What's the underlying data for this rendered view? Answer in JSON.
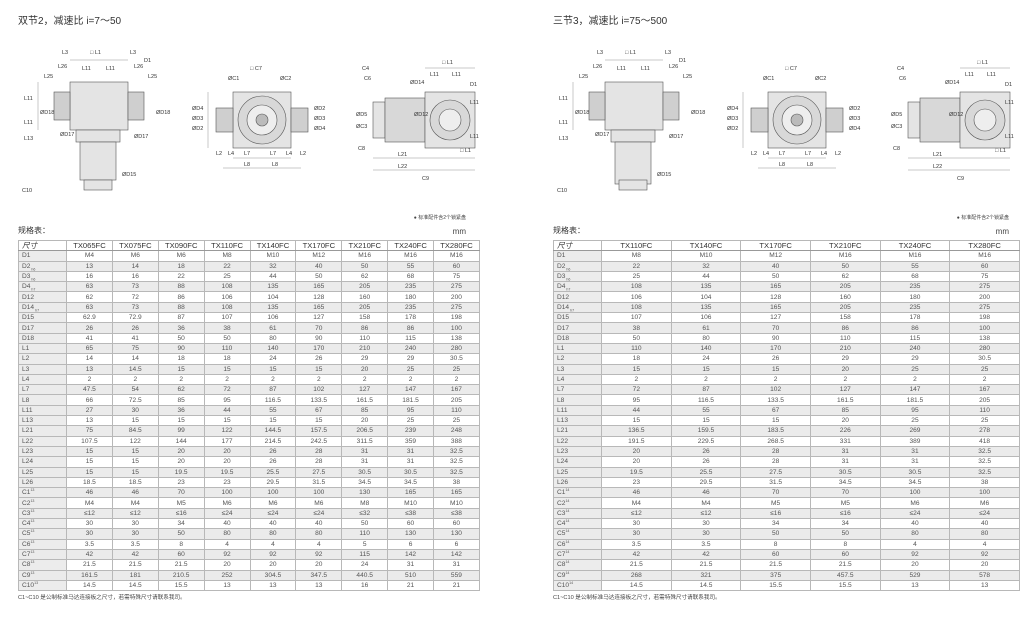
{
  "left": {
    "title": "双节2，减速比 i=7～50",
    "note": "● 标准配件含2个锁紧盘",
    "spec_label": "规格表：",
    "unit": "mm",
    "drawing_labels": [
      "L3",
      "□ L1",
      "L3",
      "D1",
      "L26",
      "L11",
      "L11",
      "L26",
      "L25",
      "L25",
      "L11",
      "L11",
      "ØD18",
      "ØD17",
      "ØD17",
      "ØD18",
      "L13",
      "ØD15",
      "C10",
      "ØC1",
      "□ C7",
      "ØC2",
      "ØD4",
      "ØD3",
      "ØD2",
      "ØD2",
      "ØD3",
      "ØD4",
      "L2",
      "L4",
      "L4",
      "L2",
      "L7",
      "L7",
      "L8",
      "L8",
      "C4",
      "C6",
      "ØD14",
      "□ L1",
      "L11",
      "L11",
      "D1",
      "ØD5",
      "ØC3",
      "ØD12",
      "L11",
      "L11",
      "□ L1",
      "C8",
      "L21",
      "L22",
      "C9"
    ],
    "table": {
      "header": [
        "尺寸",
        "TX065FC",
        "TX075FC",
        "TX090FC",
        "TX110FC",
        "TX140FC",
        "TX170FC",
        "TX210FC",
        "TX240FC",
        "TX280FC"
      ],
      "rows": [
        {
          "label": "D1",
          "sub": "",
          "sup": "",
          "values": [
            "M4",
            "M6",
            "M6",
            "M8",
            "M10",
            "M12",
            "M16",
            "M16",
            "M16"
          ]
        },
        {
          "label": "D2",
          "sub": "h6",
          "sup": "",
          "values": [
            "13",
            "14",
            "18",
            "22",
            "32",
            "40",
            "50",
            "55",
            "60"
          ]
        },
        {
          "label": "D3",
          "sub": "h6",
          "sup": "",
          "values": [
            "16",
            "16",
            "22",
            "25",
            "44",
            "50",
            "62",
            "68",
            "75"
          ]
        },
        {
          "label": "D4",
          "sub": "h7",
          "sup": "",
          "values": [
            "63",
            "73",
            "88",
            "108",
            "135",
            "165",
            "205",
            "235",
            "275"
          ]
        },
        {
          "label": "D12",
          "sub": "",
          "sup": "",
          "values": [
            "62",
            "72",
            "86",
            "106",
            "104",
            "128",
            "160",
            "180",
            "200"
          ]
        },
        {
          "label": "D14",
          "sub": "h7",
          "sup": "",
          "values": [
            "63",
            "73",
            "88",
            "108",
            "135",
            "165",
            "205",
            "235",
            "275"
          ]
        },
        {
          "label": "D15",
          "sub": "",
          "sup": "",
          "values": [
            "62.9",
            "72.9",
            "87",
            "107",
            "106",
            "127",
            "158",
            "178",
            "198"
          ]
        },
        {
          "label": "D17",
          "sub": "",
          "sup": "",
          "values": [
            "26",
            "26",
            "36",
            "38",
            "61",
            "70",
            "86",
            "86",
            "100"
          ]
        },
        {
          "label": "D18",
          "sub": "",
          "sup": "",
          "values": [
            "41",
            "41",
            "50",
            "50",
            "80",
            "90",
            "110",
            "115",
            "138"
          ]
        },
        {
          "label": "L1",
          "sub": "",
          "sup": "",
          "values": [
            "65",
            "75",
            "90",
            "110",
            "140",
            "170",
            "210",
            "240",
            "280"
          ]
        },
        {
          "label": "L2",
          "sub": "",
          "sup": "",
          "values": [
            "14",
            "14",
            "18",
            "18",
            "24",
            "26",
            "29",
            "29",
            "30.5"
          ]
        },
        {
          "label": "L3",
          "sub": "",
          "sup": "",
          "values": [
            "13",
            "14.5",
            "15",
            "15",
            "15",
            "15",
            "20",
            "25",
            "25"
          ]
        },
        {
          "label": "L4",
          "sub": "",
          "sup": "",
          "values": [
            "2",
            "2",
            "2",
            "2",
            "2",
            "2",
            "2",
            "2",
            "2"
          ]
        },
        {
          "label": "L7",
          "sub": "",
          "sup": "",
          "values": [
            "47.5",
            "54",
            "62",
            "72",
            "87",
            "102",
            "127",
            "147",
            "167"
          ]
        },
        {
          "label": "L8",
          "sub": "",
          "sup": "",
          "values": [
            "66",
            "72.5",
            "85",
            "95",
            "116.5",
            "133.5",
            "161.5",
            "181.5",
            "205"
          ]
        },
        {
          "label": "L11",
          "sub": "",
          "sup": "",
          "values": [
            "27",
            "30",
            "36",
            "44",
            "55",
            "67",
            "85",
            "95",
            "110"
          ]
        },
        {
          "label": "L13",
          "sub": "",
          "sup": "",
          "values": [
            "13",
            "15",
            "15",
            "15",
            "15",
            "15",
            "20",
            "25",
            "25"
          ]
        },
        {
          "label": "L21",
          "sub": "",
          "sup": "",
          "values": [
            "75",
            "84.5",
            "99",
            "122",
            "144.5",
            "157.5",
            "206.5",
            "239",
            "248"
          ]
        },
        {
          "label": "L22",
          "sub": "",
          "sup": "",
          "values": [
            "107.5",
            "122",
            "144",
            "177",
            "214.5",
            "242.5",
            "311.5",
            "359",
            "388"
          ]
        },
        {
          "label": "L23",
          "sub": "",
          "sup": "",
          "values": [
            "15",
            "15",
            "20",
            "20",
            "26",
            "28",
            "31",
            "31",
            "32.5"
          ]
        },
        {
          "label": "L24",
          "sub": "",
          "sup": "",
          "values": [
            "15",
            "15",
            "20",
            "20",
            "26",
            "28",
            "31",
            "31",
            "32.5"
          ]
        },
        {
          "label": "L25",
          "sub": "",
          "sup": "",
          "values": [
            "15",
            "15",
            "19.5",
            "19.5",
            "25.5",
            "27.5",
            "30.5",
            "30.5",
            "32.5"
          ]
        },
        {
          "label": "L26",
          "sub": "",
          "sup": "",
          "values": [
            "18.5",
            "18.5",
            "23",
            "23",
            "29.5",
            "31.5",
            "34.5",
            "34.5",
            "38"
          ]
        },
        {
          "label": "C1",
          "sub": "",
          "sup": "13",
          "values": [
            "46",
            "46",
            "70",
            "100",
            "100",
            "100",
            "130",
            "165",
            "165"
          ]
        },
        {
          "label": "C2",
          "sub": "",
          "sup": "13",
          "values": [
            "M4",
            "M4",
            "M5",
            "M6",
            "M6",
            "M6",
            "M8",
            "M10",
            "M10"
          ]
        },
        {
          "label": "C3",
          "sub": "",
          "sup": "13",
          "values": [
            "≤12",
            "≤12",
            "≤16",
            "≤24",
            "≤24",
            "≤24",
            "≤32",
            "≤38",
            "≤38"
          ]
        },
        {
          "label": "C4",
          "sub": "",
          "sup": "13",
          "values": [
            "30",
            "30",
            "34",
            "40",
            "40",
            "40",
            "50",
            "60",
            "60"
          ]
        },
        {
          "label": "C5",
          "sub": "",
          "sup": "13",
          "values": [
            "30",
            "30",
            "50",
            "80",
            "80",
            "80",
            "110",
            "130",
            "130"
          ]
        },
        {
          "label": "C6",
          "sub": "",
          "sup": "13",
          "values": [
            "3.5",
            "3.5",
            "8",
            "4",
            "4",
            "4",
            "5",
            "6",
            "6"
          ]
        },
        {
          "label": "C7",
          "sub": "",
          "sup": "13",
          "values": [
            "42",
            "42",
            "60",
            "92",
            "92",
            "92",
            "115",
            "142",
            "142"
          ]
        },
        {
          "label": "C8",
          "sub": "",
          "sup": "13",
          "values": [
            "21.5",
            "21.5",
            "21.5",
            "20",
            "20",
            "20",
            "24",
            "31",
            "31"
          ]
        },
        {
          "label": "C9",
          "sub": "",
          "sup": "13",
          "values": [
            "161.5",
            "181",
            "210.5",
            "252",
            "304.5",
            "347.5",
            "440.5",
            "510",
            "559"
          ]
        },
        {
          "label": "C10",
          "sub": "",
          "sup": "13",
          "values": [
            "14.5",
            "14.5",
            "15.5",
            "13",
            "13",
            "13",
            "16",
            "21",
            "21"
          ]
        }
      ]
    },
    "footnote": "C1~C10 是公制标准马达连接板之尺寸，若需特殊尺寸请联系我司。"
  },
  "right": {
    "title": "三节3，减速比 i=75～500",
    "note": "● 标准配件含2个锁紧盘",
    "spec_label": "规格表：",
    "unit": "mm",
    "drawing_labels": [
      "L3",
      "□ L1",
      "L3",
      "D1",
      "L26",
      "L11",
      "L11",
      "L26",
      "L25",
      "L25",
      "L11",
      "L11",
      "ØD18",
      "ØD17",
      "ØD17",
      "ØD18",
      "L13",
      "ØD15",
      "C10",
      "ØC1",
      "□ C7",
      "ØC2",
      "ØD4",
      "ØD3",
      "ØD2",
      "ØD2",
      "ØD3",
      "ØD4",
      "L2",
      "L4",
      "L4",
      "L2",
      "L7",
      "L7",
      "L8",
      "L8",
      "C4",
      "C6",
      "ØD14",
      "□ L1",
      "L11",
      "L11",
      "D1",
      "ØD5",
      "ØC3",
      "ØD12",
      "L11",
      "L11",
      "□ L1",
      "C8",
      "L21",
      "L22",
      "C9"
    ],
    "table": {
      "header": [
        "尺寸",
        "TX110FC",
        "TX140FC",
        "TX170FC",
        "TX210FC",
        "TX240FC",
        "TX280FC"
      ],
      "rows": [
        {
          "label": "D1",
          "sub": "",
          "sup": "",
          "values": [
            "M8",
            "M10",
            "M12",
            "M16",
            "M16",
            "M16"
          ]
        },
        {
          "label": "D2",
          "sub": "h6",
          "sup": "",
          "values": [
            "22",
            "32",
            "40",
            "50",
            "55",
            "60"
          ]
        },
        {
          "label": "D3",
          "sub": "h6",
          "sup": "",
          "values": [
            "25",
            "44",
            "50",
            "62",
            "68",
            "75"
          ]
        },
        {
          "label": "D4",
          "sub": "h7",
          "sup": "",
          "values": [
            "108",
            "135",
            "165",
            "205",
            "235",
            "275"
          ]
        },
        {
          "label": "D12",
          "sub": "",
          "sup": "",
          "values": [
            "106",
            "104",
            "128",
            "160",
            "180",
            "200"
          ]
        },
        {
          "label": "D14",
          "sub": "h7",
          "sup": "",
          "values": [
            "108",
            "135",
            "165",
            "205",
            "235",
            "275"
          ]
        },
        {
          "label": "D15",
          "sub": "",
          "sup": "",
          "values": [
            "107",
            "106",
            "127",
            "158",
            "178",
            "198"
          ]
        },
        {
          "label": "D17",
          "sub": "",
          "sup": "",
          "values": [
            "38",
            "61",
            "70",
            "86",
            "86",
            "100"
          ]
        },
        {
          "label": "D18",
          "sub": "",
          "sup": "",
          "values": [
            "50",
            "80",
            "90",
            "110",
            "115",
            "138"
          ]
        },
        {
          "label": "L1",
          "sub": "",
          "sup": "",
          "values": [
            "110",
            "140",
            "170",
            "210",
            "240",
            "280"
          ]
        },
        {
          "label": "L2",
          "sub": "",
          "sup": "",
          "values": [
            "18",
            "24",
            "26",
            "29",
            "29",
            "30.5"
          ]
        },
        {
          "label": "L3",
          "sub": "",
          "sup": "",
          "values": [
            "15",
            "15",
            "15",
            "20",
            "25",
            "25"
          ]
        },
        {
          "label": "L4",
          "sub": "",
          "sup": "",
          "values": [
            "2",
            "2",
            "2",
            "2",
            "2",
            "2"
          ]
        },
        {
          "label": "L7",
          "sub": "",
          "sup": "",
          "values": [
            "72",
            "87",
            "102",
            "127",
            "147",
            "167"
          ]
        },
        {
          "label": "L8",
          "sub": "",
          "sup": "",
          "values": [
            "95",
            "116.5",
            "133.5",
            "161.5",
            "181.5",
            "205"
          ]
        },
        {
          "label": "L11",
          "sub": "",
          "sup": "",
          "values": [
            "44",
            "55",
            "67",
            "85",
            "95",
            "110"
          ]
        },
        {
          "label": "L13",
          "sub": "",
          "sup": "",
          "values": [
            "15",
            "15",
            "15",
            "20",
            "25",
            "25"
          ]
        },
        {
          "label": "L21",
          "sub": "",
          "sup": "",
          "values": [
            "136.5",
            "159.5",
            "183.5",
            "226",
            "269",
            "278"
          ]
        },
        {
          "label": "L22",
          "sub": "",
          "sup": "",
          "values": [
            "191.5",
            "229.5",
            "268.5",
            "331",
            "389",
            "418"
          ]
        },
        {
          "label": "L23",
          "sub": "",
          "sup": "",
          "values": [
            "20",
            "26",
            "28",
            "31",
            "31",
            "32.5"
          ]
        },
        {
          "label": "L24",
          "sub": "",
          "sup": "",
          "values": [
            "20",
            "26",
            "28",
            "31",
            "31",
            "32.5"
          ]
        },
        {
          "label": "L25",
          "sub": "",
          "sup": "",
          "values": [
            "19.5",
            "25.5",
            "27.5",
            "30.5",
            "30.5",
            "32.5"
          ]
        },
        {
          "label": "L26",
          "sub": "",
          "sup": "",
          "values": [
            "23",
            "29.5",
            "31.5",
            "34.5",
            "34.5",
            "38"
          ]
        },
        {
          "label": "C1",
          "sub": "",
          "sup": "14",
          "values": [
            "46",
            "46",
            "70",
            "70",
            "100",
            "100"
          ]
        },
        {
          "label": "C2",
          "sub": "",
          "sup": "14",
          "values": [
            "M4",
            "M4",
            "M5",
            "M5",
            "M6",
            "M6"
          ]
        },
        {
          "label": "C3",
          "sub": "",
          "sup": "14",
          "values": [
            "≤12",
            "≤12",
            "≤16",
            "≤16",
            "≤24",
            "≤24"
          ]
        },
        {
          "label": "C4",
          "sub": "",
          "sup": "14",
          "values": [
            "30",
            "30",
            "34",
            "34",
            "40",
            "40"
          ]
        },
        {
          "label": "C5",
          "sub": "",
          "sup": "14",
          "values": [
            "30",
            "30",
            "50",
            "50",
            "80",
            "80"
          ]
        },
        {
          "label": "C6",
          "sub": "",
          "sup": "14",
          "values": [
            "3.5",
            "3.5",
            "8",
            "8",
            "4",
            "4"
          ]
        },
        {
          "label": "C7",
          "sub": "",
          "sup": "14",
          "values": [
            "42",
            "42",
            "60",
            "60",
            "92",
            "92"
          ]
        },
        {
          "label": "C8",
          "sub": "",
          "sup": "14",
          "values": [
            "21.5",
            "21.5",
            "21.5",
            "21.5",
            "20",
            "20"
          ]
        },
        {
          "label": "C9",
          "sub": "",
          "sup": "14",
          "values": [
            "268",
            "321",
            "375",
            "457.5",
            "529",
            "578"
          ]
        },
        {
          "label": "C10",
          "sub": "",
          "sup": "14",
          "values": [
            "14.5",
            "14.5",
            "15.5",
            "15.5",
            "13",
            "13"
          ]
        }
      ]
    },
    "footnote": "C1~C10 是公制标准马达连接板之尺寸，若需特殊尺寸请联系我司。"
  }
}
